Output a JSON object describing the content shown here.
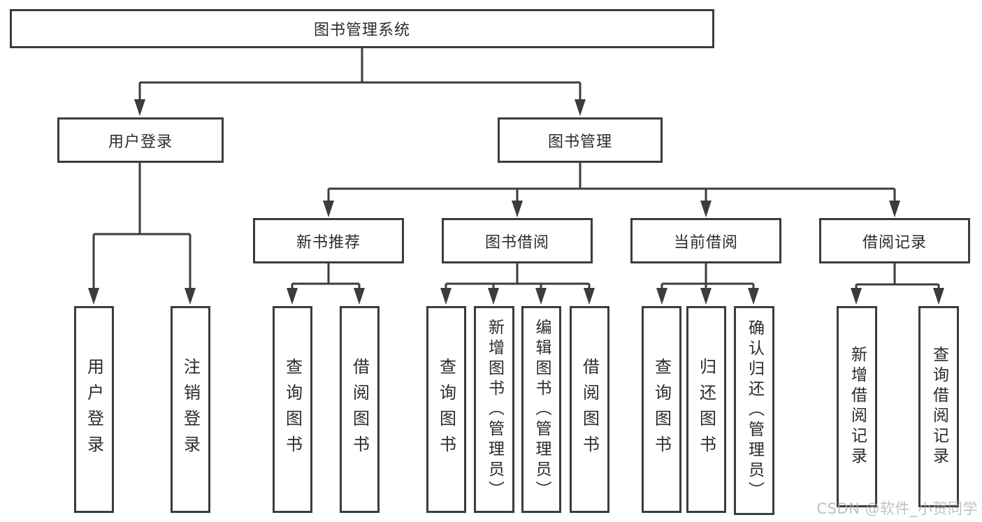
{
  "diagram": {
    "colors": {
      "line": "#3c3c3c",
      "text": "#2b2b2b",
      "box_background": "#ffffff",
      "watermark": "#c6c6cc"
    },
    "root": {
      "label": "图书管理系统",
      "children": [
        {
          "label": "用户登录",
          "children": [
            {
              "label": "用户登录"
            },
            {
              "label": "注销登录"
            }
          ]
        },
        {
          "label": "图书管理",
          "children": [
            {
              "label": "新书推荐",
              "children": [
                {
                  "label": "查询图书"
                },
                {
                  "label": "借阅图书"
                }
              ]
            },
            {
              "label": "图书借阅",
              "children": [
                {
                  "label": "查询图书"
                },
                {
                  "label": "新增图书（管理员）"
                },
                {
                  "label": "编辑图书（管理员）"
                },
                {
                  "label": "借阅图书"
                }
              ]
            },
            {
              "label": "当前借阅",
              "children": [
                {
                  "label": "查询图书"
                },
                {
                  "label": "归还图书"
                },
                {
                  "label": "确认归还（管理员）"
                }
              ]
            },
            {
              "label": "借阅记录",
              "children": [
                {
                  "label": "新增借阅记录"
                },
                {
                  "label": "查询借阅记录"
                }
              ]
            }
          ]
        }
      ]
    }
  },
  "watermark": {
    "text": "CSDN @软件_小贺同学"
  }
}
